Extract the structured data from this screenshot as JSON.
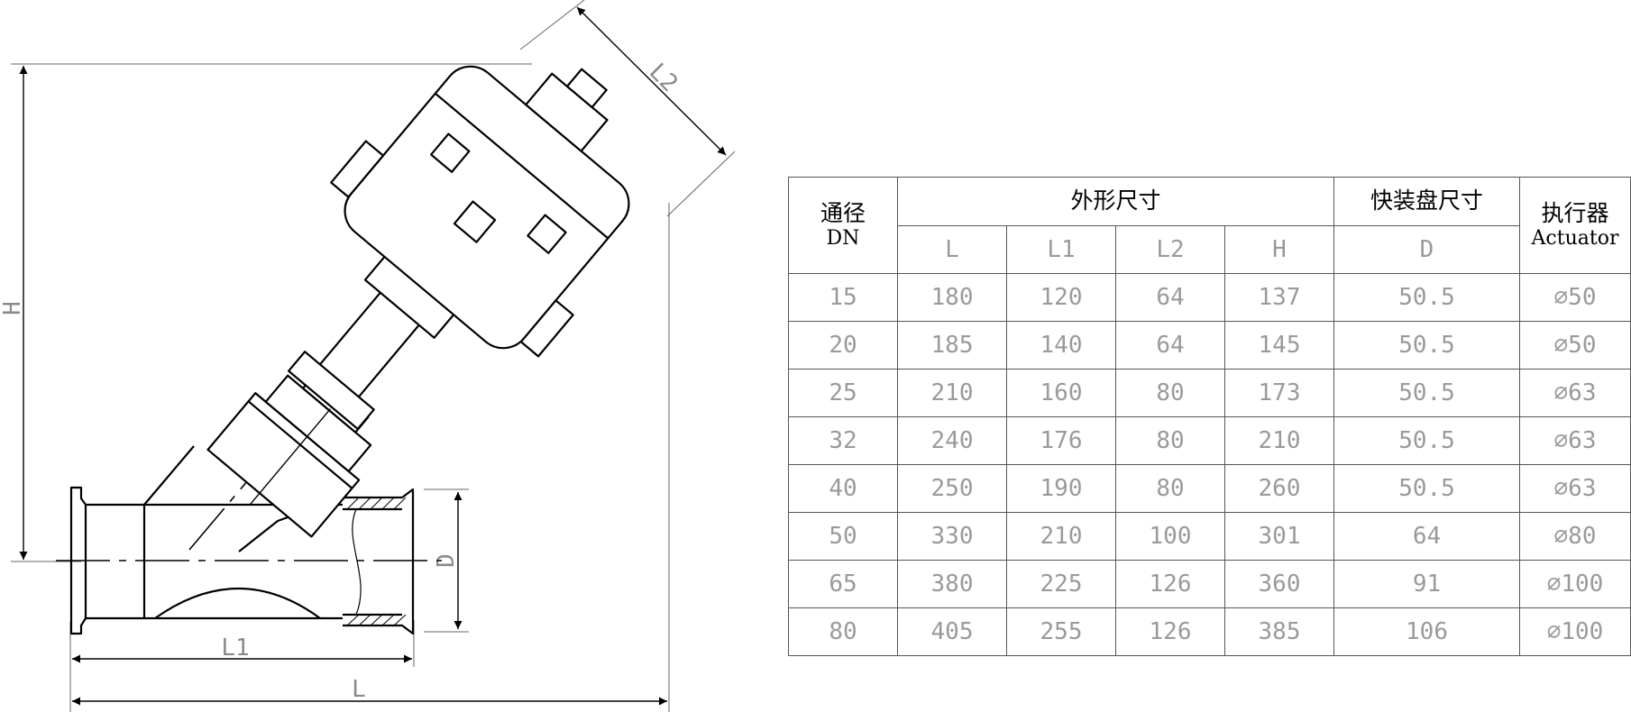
{
  "drawing": {
    "dim_labels": {
      "L": "L",
      "L1": "L1",
      "L2": "L2",
      "H": "H",
      "D": "D"
    }
  },
  "table": {
    "header_dn_cn": "通径",
    "header_dn_en": "DN",
    "header_dimensions": "外形尺寸",
    "header_clamp": "快装盘尺寸",
    "header_actuator_cn": "执行器",
    "header_actuator_en": "Actuator",
    "subheaders": [
      "L",
      "L1",
      "L2",
      "H",
      "D"
    ],
    "rows": [
      [
        "15",
        "180",
        "120",
        "64",
        "137",
        "50.5",
        "⌀50"
      ],
      [
        "20",
        "185",
        "140",
        "64",
        "145",
        "50.5",
        "⌀50"
      ],
      [
        "25",
        "210",
        "160",
        "80",
        "173",
        "50.5",
        "⌀63"
      ],
      [
        "32",
        "240",
        "176",
        "80",
        "210",
        "50.5",
        "⌀63"
      ],
      [
        "40",
        "250",
        "190",
        "80",
        "260",
        "50.5",
        "⌀63"
      ],
      [
        "50",
        "330",
        "210",
        "100",
        "301",
        "64",
        "⌀80"
      ],
      [
        "65",
        "380",
        "225",
        "126",
        "360",
        "91",
        "⌀100"
      ],
      [
        "80",
        "405",
        "255",
        "126",
        "385",
        "106",
        "⌀100"
      ]
    ]
  }
}
